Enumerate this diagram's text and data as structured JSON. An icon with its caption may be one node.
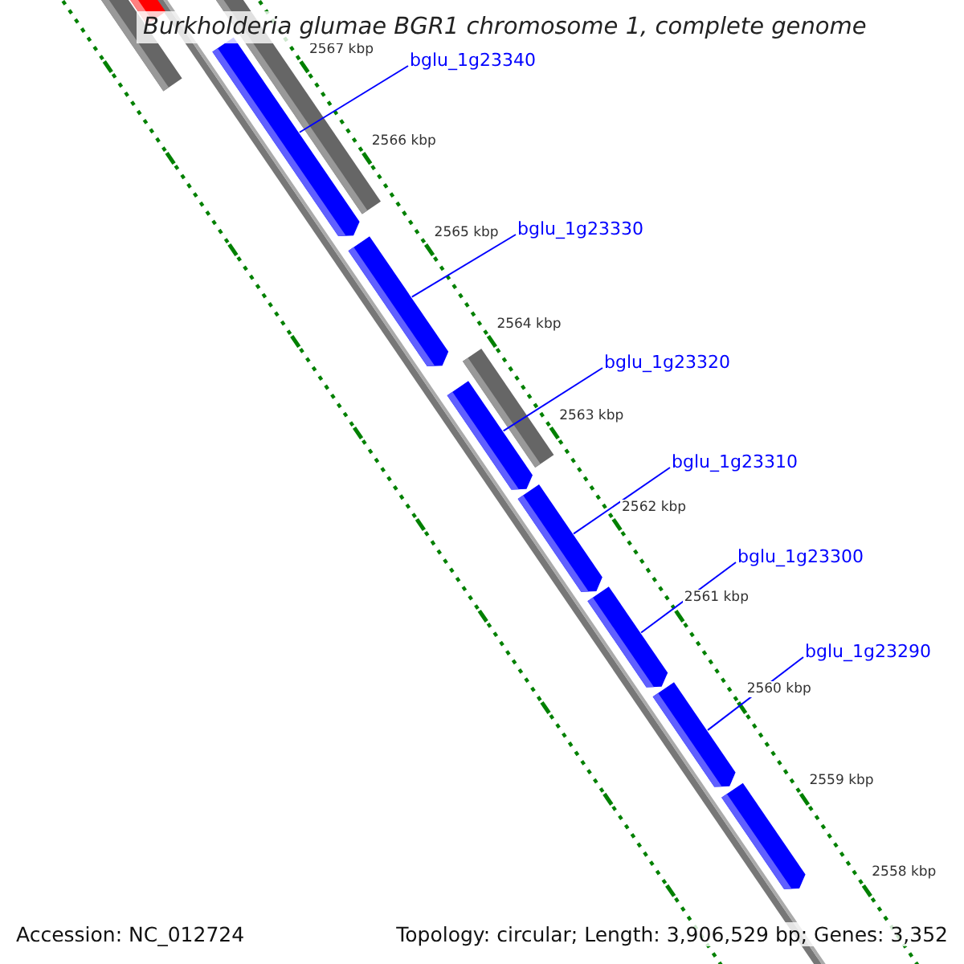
{
  "diagram": {
    "title": "Burkholderia glumae BGR1 chromosome 1, complete genome",
    "nodes": [
      {
        "text": [
          "bglu_1g23340"
        ]
      },
      {
        "text": [
          "bglu_1g23330"
        ]
      },
      {
        "text": [
          "bglu_1g23320"
        ]
      },
      {
        "text": [
          "bglu_1g23310"
        ]
      },
      {
        "text": [
          "bglu_1g23300"
        ]
      },
      {
        "text": [
          "bglu_1g23290"
        ]
      },
      {
        "text": [],
        "shape": "arrow"
      },
      {
        "text": [],
        "shape": "arrow"
      },
      {
        "text": [],
        "shape": "arrow"
      },
      {
        "text": [],
        "shape": "arrow"
      },
      {
        "text": [],
        "shape": "arrow"
      },
      {
        "text": [],
        "shape": "arrow"
      },
      {
        "text": [],
        "shape": "arrow"
      },
      {
        "text": [],
        "shape": "box"
      },
      {
        "text": [],
        "shape": "box"
      },
      {
        "text": [],
        "shape": "box"
      }
    ],
    "edges": [
      {
        "from": 0,
        "to": 6,
        "arrow": "none"
      },
      {
        "from": 1,
        "to": 7,
        "arrow": "none"
      },
      {
        "from": 2,
        "to": 8,
        "arrow": "none"
      },
      {
        "from": 3,
        "to": 9,
        "arrow": "none"
      },
      {
        "from": 4,
        "to": 10,
        "arrow": "none"
      },
      {
        "from": 5,
        "to": 11,
        "arrow": "none"
      }
    ],
    "labels": [
      "2567 kbp",
      "2566 kbp",
      "2565 kbp",
      "2564 kbp",
      "2563 kbp",
      "2562 kbp",
      "2561 kbp",
      "2560 kbp",
      "2559 kbp",
      "2558 kbp",
      "Accession: NC_012724",
      "Topology: circular; Length: 3,906,529 bp; Genes: 3,352"
    ]
  }
}
